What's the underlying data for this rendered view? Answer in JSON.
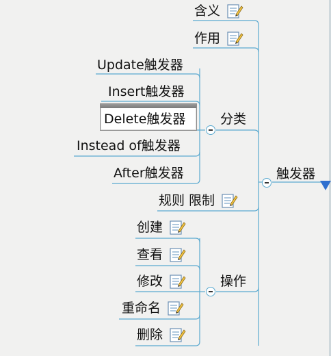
{
  "root": {
    "label": "触发器"
  },
  "top_items": [
    {
      "label": "含义",
      "has_note": true
    },
    {
      "label": "作用",
      "has_note": true
    }
  ],
  "classification": {
    "label": "分类",
    "children": [
      {
        "label": "Update触发器"
      },
      {
        "label": "Insert触发器"
      },
      {
        "label": "Delete触发器",
        "selected": true
      },
      {
        "label": "Instead of触发器"
      },
      {
        "label": "After触发器"
      }
    ]
  },
  "rules": {
    "label": "规则 限制",
    "has_note": true
  },
  "operations": {
    "label": "操作",
    "children": [
      {
        "label": "创建",
        "has_note": true
      },
      {
        "label": "查看",
        "has_note": true
      },
      {
        "label": "修改",
        "has_note": true
      },
      {
        "label": "重命名",
        "has_note": true
      },
      {
        "label": "删除",
        "has_note": true
      }
    ]
  },
  "colors": {
    "line": "#5aa9cf",
    "background": "#f1f1f0",
    "accent": "#2f6fcf"
  }
}
